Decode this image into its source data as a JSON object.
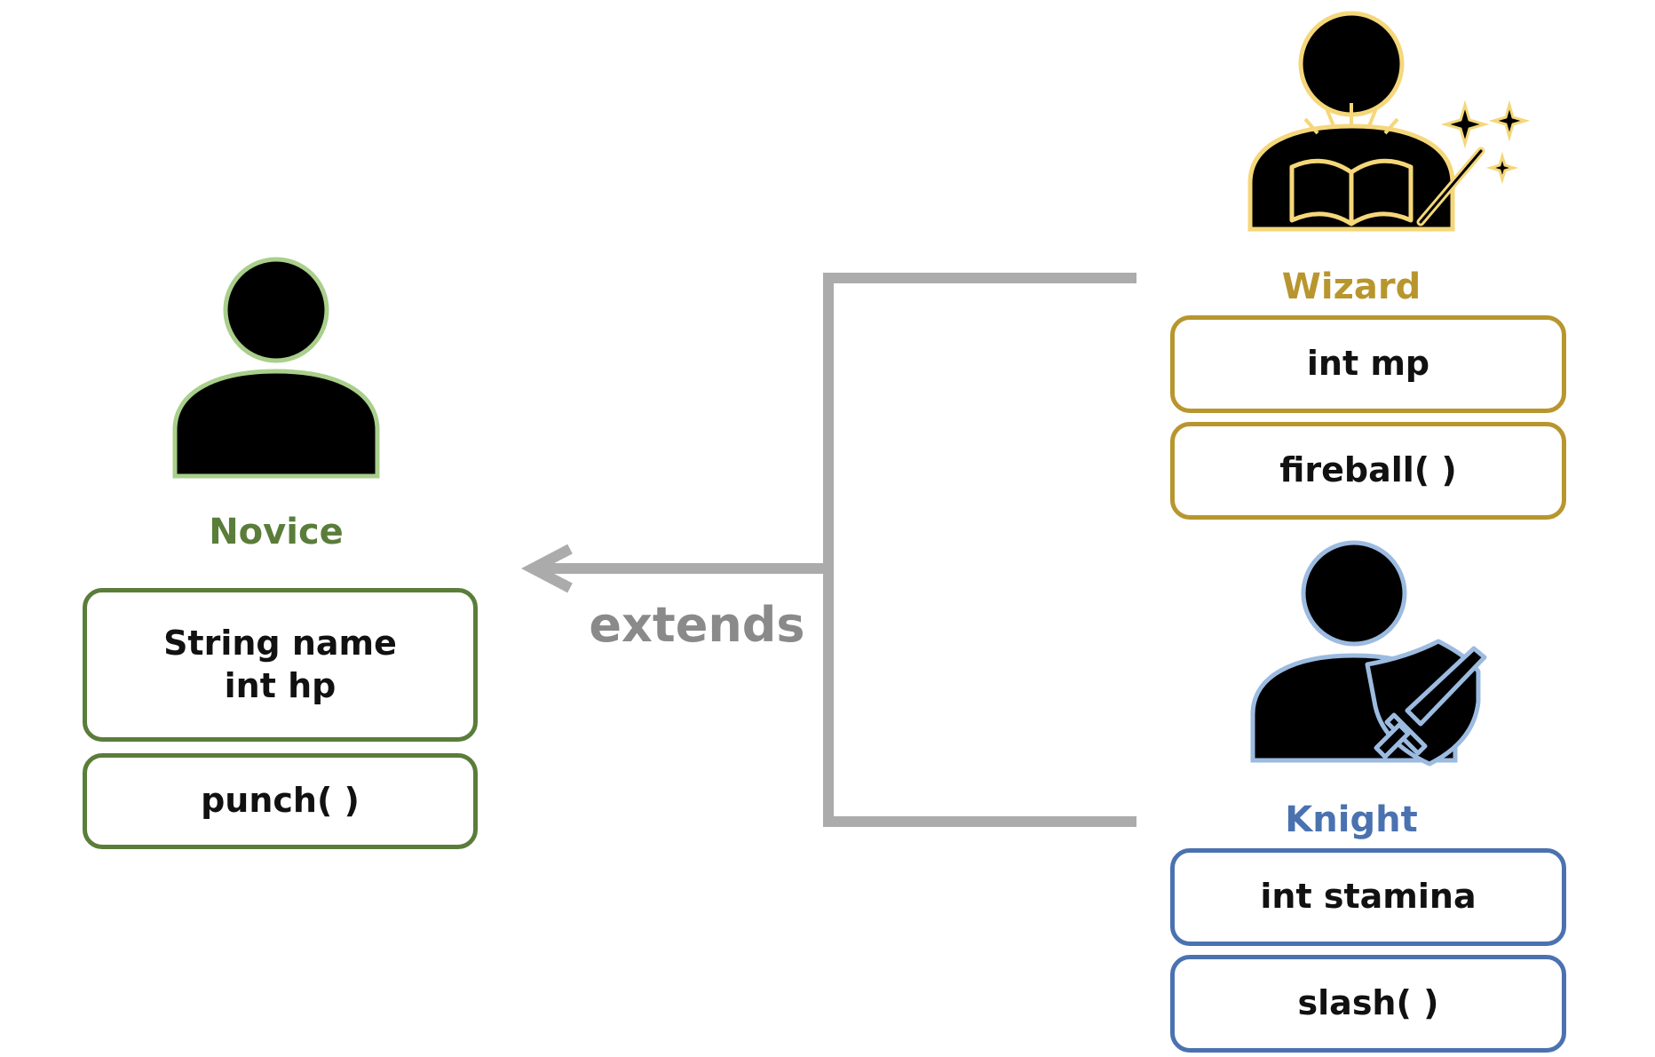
{
  "relation_label": "extends",
  "colors": {
    "novice": "#5a7d3a",
    "novice_light": "#a9cf8b",
    "wizard": "#b8962e",
    "wizard_light": "#f5d77a",
    "knight": "#4a72b0",
    "knight_light": "#9cbbe0",
    "arrow": "#ababab"
  },
  "novice": {
    "name": "Novice",
    "icon": "person-icon",
    "fields": "String name\nint hp",
    "methods": "punch( )"
  },
  "wizard": {
    "name": "Wizard",
    "icon": "wizard-with-book-and-wand-icon",
    "fields": "int mp",
    "methods": "fireball( )"
  },
  "knight": {
    "name": "Knight",
    "icon": "knight-with-shield-and-sword-icon",
    "fields": "int stamina",
    "methods": "slash( )"
  }
}
